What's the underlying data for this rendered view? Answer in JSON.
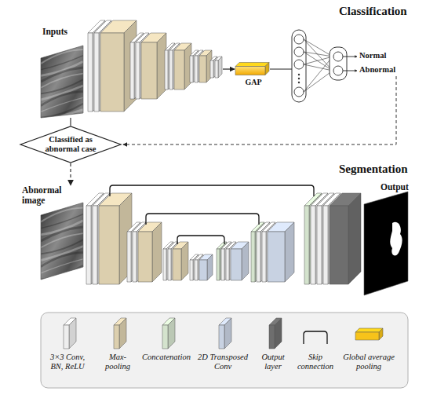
{
  "diagram": {
    "nodes": [
      {
        "text": [
          "Inputs"
        ]
      },
      {
        "text": [
          "GAP"
        ]
      },
      {
        "text": [
          "Classified as abnormal case"
        ]
      },
      {
        "text": [
          "Abnormal image"
        ]
      },
      {
        "text": [
          "Output"
        ]
      }
    ],
    "edges": [
      {
        "from": 0,
        "to": 2,
        "arrow": "none"
      },
      {
        "from": 2,
        "to": 3,
        "arrow": "to"
      }
    ],
    "labels": [
      "Classification",
      "Normal",
      "Abnormal",
      "Segmentation"
    ],
    "legend": [
      {
        "text": "3×3 Conv, BN, ReLU",
        "color": "#eeeeee"
      },
      {
        "text": "Max-pooling",
        "color": "#dccfae"
      },
      {
        "text": "Concatenation",
        "color": "#d4e3cd"
      },
      {
        "text": "2D Transposed Conv",
        "color": "#c8d2e2"
      },
      {
        "text": "Output layer",
        "color": "#6e6e6e"
      },
      {
        "text": "Skip connection"
      },
      {
        "text": "Global average pooling",
        "color": "#f7c31a"
      }
    ]
  }
}
